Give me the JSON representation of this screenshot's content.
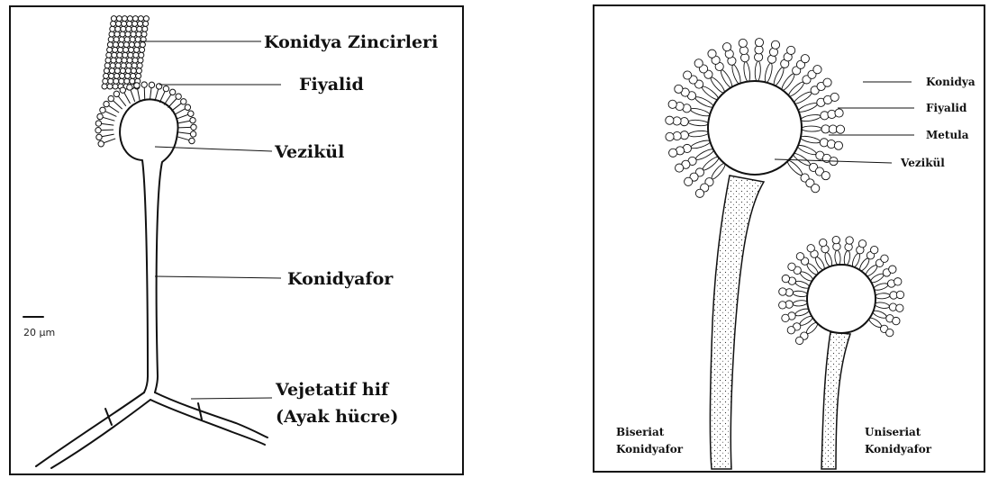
{
  "left_panel": {
    "labels": {
      "konidya_zincirleri": "Konidya Zincirleri",
      "fiyalid": "Fiyalid",
      "vezikul": "Vezikül",
      "konidyafor": "Konidyafor",
      "vejetatif_hif": "Vejetatif  hif",
      "ayak_hucre": "(Ayak hücre)"
    },
    "scale_bar": "20 µm"
  },
  "right_panel": {
    "labels": {
      "konidya": "Konidya",
      "fiyalid": "Fiyalid",
      "metula": "Metula",
      "vezikul": "Vezikül",
      "biseriat_line1": "Biseriat",
      "biseriat_line2": "Konidyafor",
      "uniseriat_line1": "Uniseriat",
      "uniseriat_line2": "Konidyafor"
    }
  },
  "colors": {
    "line": "#111111",
    "background": "#ffffff"
  }
}
